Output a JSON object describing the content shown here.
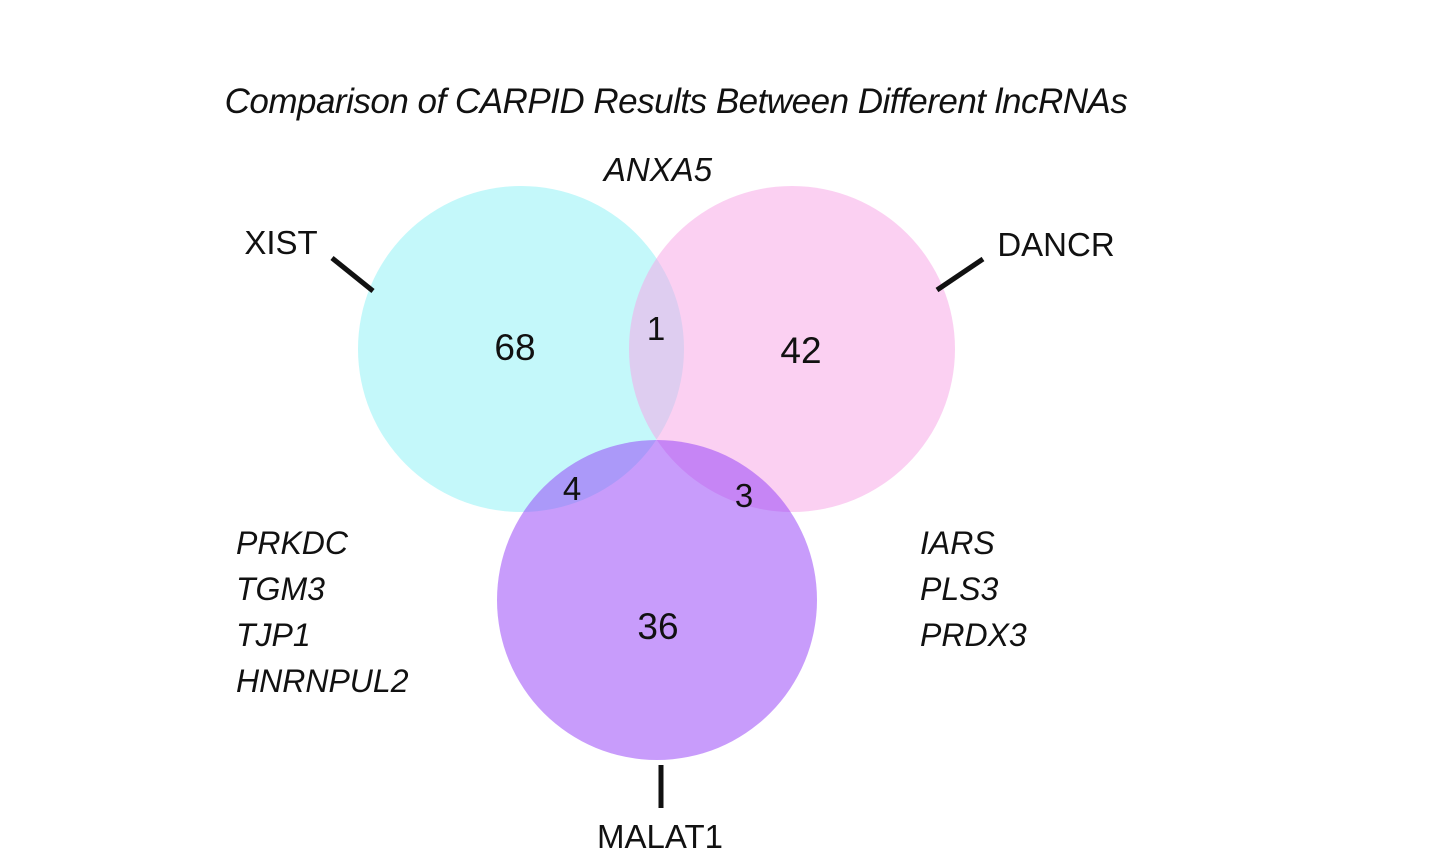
{
  "chart_data": {
    "type": "venn",
    "title": "Comparison of CARPID Results Between Different lncRNAs",
    "sets": [
      {
        "label": "XIST",
        "visible_color": "#C4F8FA",
        "unique_count": 68
      },
      {
        "label": "DANCR",
        "visible_color": "#FBD0F2",
        "unique_count": 42
      },
      {
        "label": "MALAT1",
        "visible_color": "#C89CFB",
        "unique_count": 36
      }
    ],
    "overlaps": [
      {
        "between": [
          "XIST",
          "DANCR"
        ],
        "count": 1
      },
      {
        "between": [
          "XIST",
          "MALAT1"
        ],
        "count": 4
      },
      {
        "between": [
          "DANCR",
          "MALAT1"
        ],
        "count": 3
      }
    ],
    "annotations": {
      "top_gene": "ANXA5",
      "left_genes": [
        "PRKDC",
        "TGM3",
        "TJP1",
        "HNRNPUL2"
      ],
      "right_genes": [
        "IARS",
        "PLS3",
        "PRDX3"
      ]
    },
    "layout_hints": {
      "legend": "none",
      "grid": false
    }
  },
  "colors": {
    "xist_fill": "rgb(137,241,245)",
    "dancr_fill": "rgb(247,161,229)",
    "malat1_fill": "rgb(145,57,247)",
    "line": "#111111",
    "text": "#111111"
  }
}
